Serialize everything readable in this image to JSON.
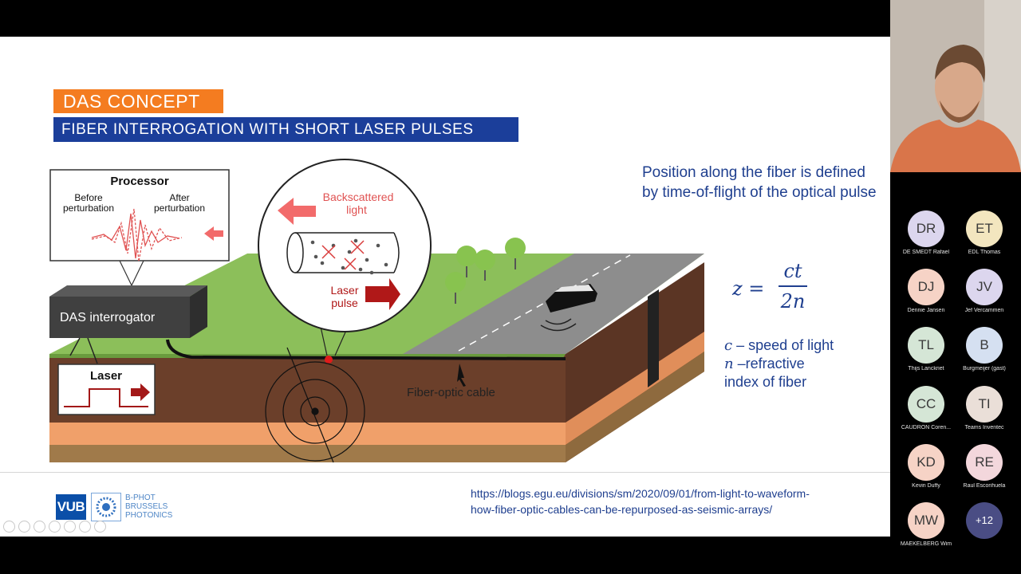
{
  "slide": {
    "title_orange": "DAS CONCEPT",
    "title_blue": "FIBER INTERROGATION WITH SHORT LASER PULSES",
    "diagram": {
      "processor_label": "Processor",
      "before_label_1": "Before",
      "before_label_2": "perturbation",
      "after_label_1": "After",
      "after_label_2": "perturbation",
      "interrogator_label": "DAS interrogator",
      "laser_label": "Laser",
      "backscattered_1": "Backscattered",
      "backscattered_2": "light",
      "laser_pulse_1": "Laser",
      "laser_pulse_2": "pulse",
      "fiber_cable_label": "Fiber-optic cable"
    },
    "description": "Position along the fiber is defined by time-of-flight of the optical pulse",
    "formula": {
      "lhs": "z =",
      "numerator": "ct",
      "denominator": "2n"
    },
    "legend": {
      "c_symbol": "c",
      "c_text": " – speed of light",
      "n_symbol": "n",
      "n_text": " –refractive",
      "n_text_2": "index of fiber"
    },
    "footer": {
      "vub": "VUB",
      "bphot_1": "B-PHOT",
      "bphot_2": "BRUSSELS",
      "bphot_3": "PHOTONICS",
      "url_1": "https://blogs.egu.eu/divisions/sm/2020/09/01/from-light-to-waveform-",
      "url_2": "how-fiber-optic-cables-can-be-repurposed-as-seismic-arrays/"
    }
  },
  "participants": [
    {
      "initials": "DR",
      "name": "DE SMEDT Rafael",
      "color": "#dcd6ee"
    },
    {
      "initials": "ET",
      "name": "EDL Thomas",
      "color": "#f3e6bf"
    },
    {
      "initials": "DJ",
      "name": "Dennie Jansen",
      "color": "#f6d3c6"
    },
    {
      "initials": "JV",
      "name": "Jef Vercammen",
      "color": "#dcd6ee"
    },
    {
      "initials": "TL",
      "name": "Thijs Lanckriet",
      "color": "#d5e6d6"
    },
    {
      "initials": "B",
      "name": "Burgmeijer (gast)",
      "color": "#d5e0f1"
    },
    {
      "initials": "CC",
      "name": "CAUDRON Coren...",
      "color": "#d5e6d6"
    },
    {
      "initials": "TI",
      "name": "Teams Inventec",
      "color": "#eadfd8"
    },
    {
      "initials": "KD",
      "name": "Kevin Duffy",
      "color": "#f6d3c6"
    },
    {
      "initials": "RE",
      "name": "Raul Escorihuela",
      "color": "#f3d7dc"
    },
    {
      "initials": "MW",
      "name": "MAEKELBERG Wim",
      "color": "#f6d3c6"
    }
  ],
  "more_participants": "+12"
}
